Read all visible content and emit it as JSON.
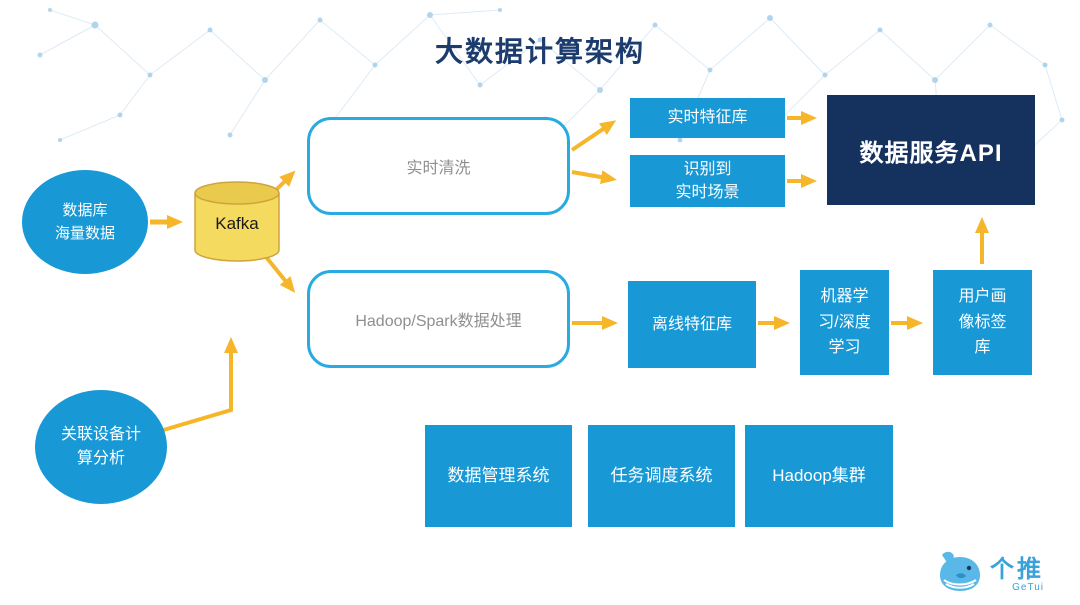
{
  "title": "大数据计算架构",
  "nodes": {
    "db_source": {
      "lines": [
        "数据库",
        "海量数据"
      ]
    },
    "kafka": {
      "label": "Kafka"
    },
    "realtime_clean": {
      "label": "实时清洗"
    },
    "realtime_feature": {
      "label": "实时特征库"
    },
    "realtime_scene": {
      "lines": [
        "识别到",
        "实时场景"
      ]
    },
    "data_service_api": {
      "label": "数据服务API"
    },
    "hadoop_spark": {
      "label": "Hadoop/Spark数据处理"
    },
    "offline_feature": {
      "label": "离线特征库"
    },
    "ml_dl": {
      "lines": [
        "机器学",
        "习/深度",
        "学习"
      ]
    },
    "user_profile": {
      "lines": [
        "用户画",
        "像标签",
        "库"
      ]
    },
    "device_analysis": {
      "lines": [
        "关联设备计",
        "算分析"
      ]
    },
    "data_mgmt": {
      "label": "数据管理系统"
    },
    "task_sched": {
      "label": "任务调度系统"
    },
    "hadoop_cluster": {
      "label": "Hadoop集群"
    }
  },
  "logo": {
    "brand": "个推",
    "brand_en": "GeTui"
  },
  "colors": {
    "solid_blue": "#1899d6",
    "dark_navy": "#15325e",
    "outline_blue": "#29abe2",
    "arrow_gold": "#f5b62a",
    "kafka_yellow": "#f5da60",
    "title_navy": "#1c3c6e"
  }
}
